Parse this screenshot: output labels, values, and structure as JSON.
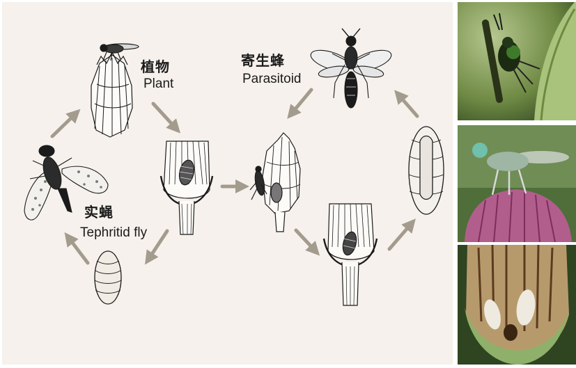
{
  "labels": {
    "plant_cn": "植物",
    "plant_en": "Plant",
    "parasitoid_cn": "寄生蜂",
    "parasitoid_en": "Parasitoid",
    "fly_cn": "实蝇",
    "fly_en": "Tephritid fly"
  },
  "colors": {
    "panel_background": "#f6f1ec",
    "arrow": "#a39b8d",
    "ink": "#1b1b1b",
    "photo_green": "#5c7a3a",
    "flower_purple": "#b25e8c",
    "larva_white": "#efeae0"
  },
  "icons": [
    "fly-on-flowerhead-illustration",
    "flowerhead-with-larva-illustration",
    "parasitoid-on-flowerhead-illustration",
    "flowerhead-with-pupa-illustration",
    "parasitoid-wasp-illustration",
    "puparium-illustration",
    "pupa-illustration",
    "tephritid-fly-illustration",
    "parasitoid-wasp-photo",
    "tephritid-fly-photo",
    "larvae-in-flowerhead-photo"
  ]
}
